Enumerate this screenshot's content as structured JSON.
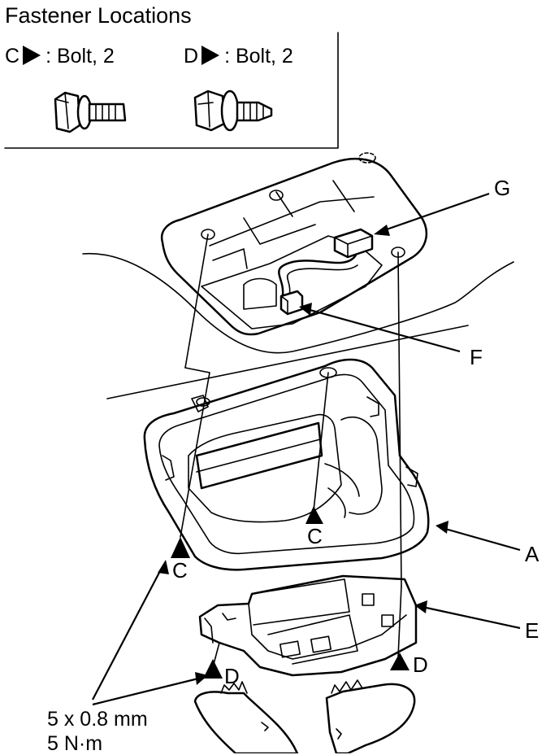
{
  "title": "Fastener Locations",
  "fasteners": [
    {
      "letter": "C",
      "label": ": Bolt, 2"
    },
    {
      "letter": "D",
      "label": ": Bolt, 2"
    }
  ],
  "callouts": {
    "A": "A",
    "C1": "C",
    "C2": "C",
    "D1": "D",
    "D2": "D",
    "E": "E",
    "F": "F",
    "G": "G"
  },
  "spec": {
    "size": "5 x 0.8 mm",
    "torque": "5 N·m"
  }
}
